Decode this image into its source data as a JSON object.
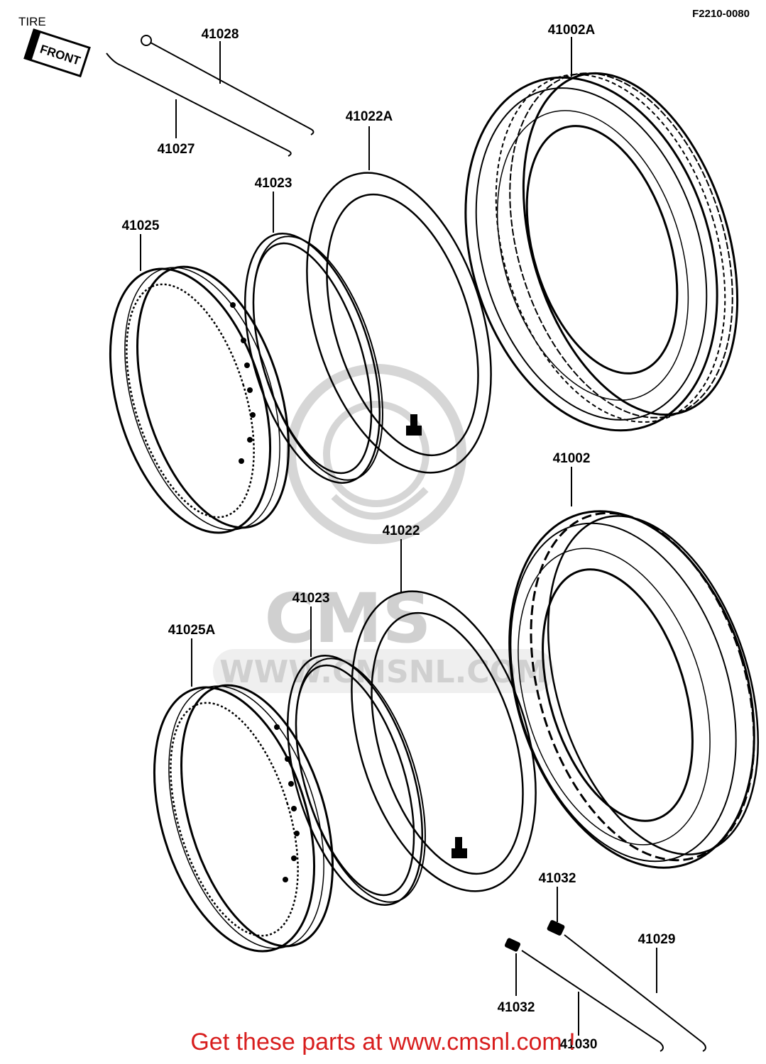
{
  "header": {
    "title": "TIRE",
    "code": "F2210-0080",
    "front_sign": "FRONT"
  },
  "watermark": {
    "brand": "CMS",
    "url": "WWW.CMSNL.COM"
  },
  "parts": {
    "p41028": "41028",
    "p41027": "41027",
    "p41002A": "41002A",
    "p41022A": "41022A",
    "p41023_top": "41023",
    "p41025": "41025",
    "p41002": "41002",
    "p41022": "41022",
    "p41023_bottom": "41023",
    "p41025A": "41025A",
    "p41032_right": "41032",
    "p41029": "41029",
    "p41032_left": "41032",
    "p41030": "41030"
  },
  "footer": {
    "text": "Get these parts at www.cmsnl.com !"
  }
}
